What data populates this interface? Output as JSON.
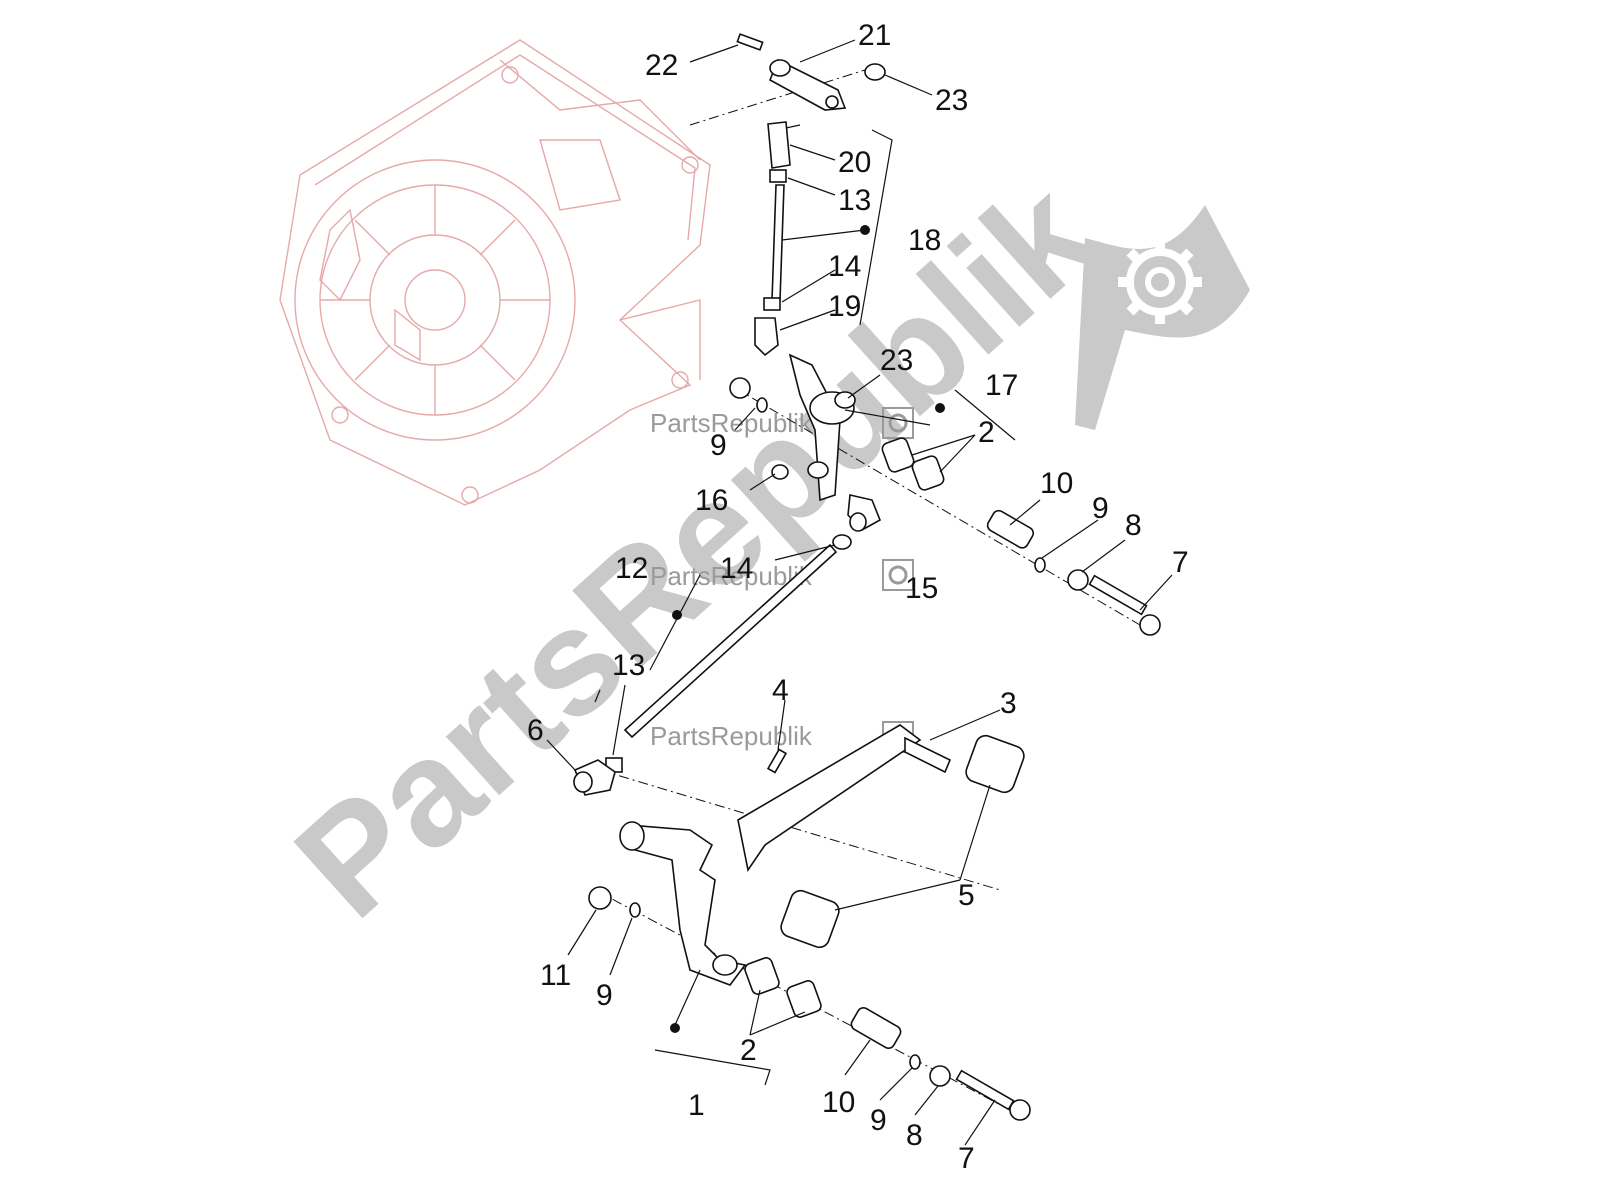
{
  "watermark": {
    "large_text": "PartsRepublik",
    "small_text": "PartsRepublik",
    "logo_icon": "gear-flag-icon"
  },
  "colors": {
    "watermark": "#c9c9c9",
    "ghost_housing": "#e6a9a9",
    "line": "#111111"
  },
  "callouts": [
    {
      "id": "c22",
      "label": "22"
    },
    {
      "id": "c21",
      "label": "21"
    },
    {
      "id": "c23a",
      "label": "23"
    },
    {
      "id": "c20",
      "label": "20"
    },
    {
      "id": "c13a",
      "label": "13"
    },
    {
      "id": "c18",
      "label": "18"
    },
    {
      "id": "c14",
      "label": "14"
    },
    {
      "id": "c19",
      "label": "19"
    },
    {
      "id": "c23b",
      "label": "23"
    },
    {
      "id": "c17",
      "label": "17"
    },
    {
      "id": "c9a",
      "label": "9"
    },
    {
      "id": "c2a",
      "label": "2"
    },
    {
      "id": "c16",
      "label": "16"
    },
    {
      "id": "c10a",
      "label": "10"
    },
    {
      "id": "c9b",
      "label": "9"
    },
    {
      "id": "c8a",
      "label": "8"
    },
    {
      "id": "c7a",
      "label": "7"
    },
    {
      "id": "c12",
      "label": "12"
    },
    {
      "id": "c14b",
      "label": "14"
    },
    {
      "id": "c15",
      "label": "15"
    },
    {
      "id": "c13b",
      "label": "13"
    },
    {
      "id": "c4",
      "label": "4"
    },
    {
      "id": "c3",
      "label": "3"
    },
    {
      "id": "c6",
      "label": "6"
    },
    {
      "id": "c5",
      "label": "5"
    },
    {
      "id": "c11",
      "label": "11"
    },
    {
      "id": "c9c",
      "label": "9"
    },
    {
      "id": "c2b",
      "label": "2"
    },
    {
      "id": "c1",
      "label": "1"
    },
    {
      "id": "c10b",
      "label": "10"
    },
    {
      "id": "c9d",
      "label": "9"
    },
    {
      "id": "c8b",
      "label": "8"
    },
    {
      "id": "c7b",
      "label": "7"
    }
  ]
}
